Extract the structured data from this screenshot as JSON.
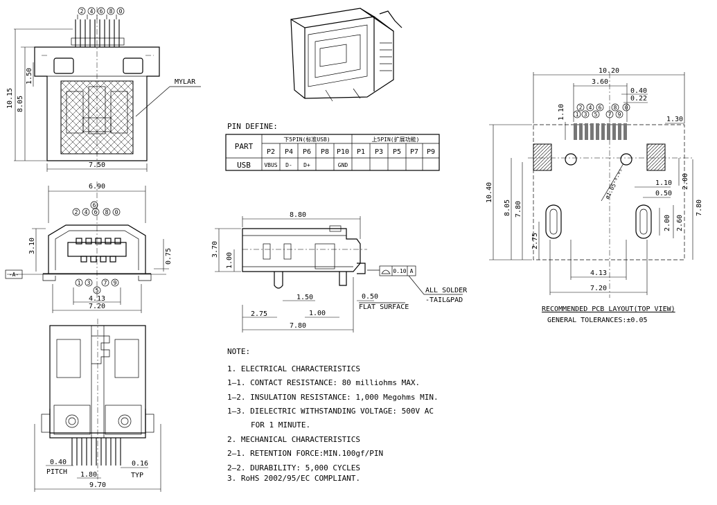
{
  "front_view": {
    "pin_numbers_top": [
      "2",
      "4",
      "6",
      "8",
      "0"
    ],
    "dims": {
      "total_height": "10.15",
      "body_height": "8.05",
      "tab": "1.50",
      "width": "7.50"
    },
    "mylar_label": "MYLAR"
  },
  "side_view": {
    "dims": {
      "width_top": "6.90",
      "height": "3.10",
      "offset": "0.75",
      "width_bottom": "7.20",
      "pitch_span": "4.13"
    },
    "pin_numbers_top": [
      "2",
      "4",
      "6",
      "8",
      "0"
    ],
    "pin_numbers_bottom": [
      "1",
      "3",
      "5",
      "7",
      "9"
    ],
    "pin_center_label": "6",
    "datum_label": "-A-"
  },
  "bottom_view": {
    "dims": {
      "pitch": "0.40",
      "pitch_label": "PITCH",
      "span": "1.80",
      "width": "9.70",
      "typ": "0.16",
      "typ_label": "TYP"
    }
  },
  "pin_define": {
    "title": "PIN DEFINE:",
    "part_label": "PART",
    "group_lower": "下5PIN(标准USB)",
    "group_upper": "上5PIN(扩展功能)",
    "pins": [
      "P2",
      "P4",
      "P6",
      "P8",
      "P10",
      "P1",
      "P3",
      "P5",
      "P7",
      "P9"
    ],
    "row_label": "USB",
    "usb_values": [
      "VBUS",
      "D-",
      "D+",
      "",
      "GND",
      "",
      "",
      "",
      "",
      ""
    ]
  },
  "profile_view": {
    "dims": {
      "length": "8.80",
      "height": "3.70",
      "step": "1.00",
      "d150": "1.50",
      "d275": "2.75",
      "d100": "1.00",
      "d780": "7.80",
      "d050": "0.50"
    },
    "tolerance_value": "0.10",
    "tolerance_datum": "A",
    "solder_note": [
      "ALL SOLDER",
      "-TAIL&PAD"
    ],
    "flat_surface": "FLAT SURFACE"
  },
  "notes": {
    "title": "NOTE:",
    "lines": [
      "1. ELECTRICAL CHARACTERISTICS",
      "1–1. CONTACT RESISTANCE: 80 milliohms   MAX.",
      "1–2. INSULATION RESISTANCE: 1,000 Megohms MIN.",
      "1–3. DIELECTRIC WITHSTANDING VOLTAGE: 500V AC",
      "FOR 1 MINUTE.",
      "2. MECHANICAL CHARACTERISTICS",
      "2–1. RETENTION FORCE:MIN.100gf/PIN",
      "2–2. DURABILITY: 5,000 CYCLES",
      "3. RoHS 2002/95/EC COMPLIANT."
    ]
  },
  "pcb_layout": {
    "dims": {
      "w1020": "10.20",
      "w360": "3.60",
      "w040": "0.40",
      "w022": "0.22",
      "h110": "1.10",
      "w130": "1.30",
      "h1040": "10.40",
      "h805": "8.05",
      "h780l": "7.80",
      "h275": "2.75",
      "hole": "ø1.05⁺⁰·⁰⁵",
      "h200": "2.00",
      "w110b": "1.10",
      "w050": "0.50",
      "h200b": "2.00",
      "h260": "2.60",
      "h780r": "7.80",
      "w413": "4.13",
      "w720": "7.20"
    },
    "pin_numbers_top": [
      "2",
      "4",
      "6",
      "8",
      "0"
    ],
    "pin_numbers_bottom": [
      "1",
      "3",
      "5",
      "7",
      "9"
    ],
    "caption": "RECOMMENDED PCB LAYOUT(TOP VIEW)",
    "tolerances": "GENERAL TOLERANCES:±0.05"
  }
}
